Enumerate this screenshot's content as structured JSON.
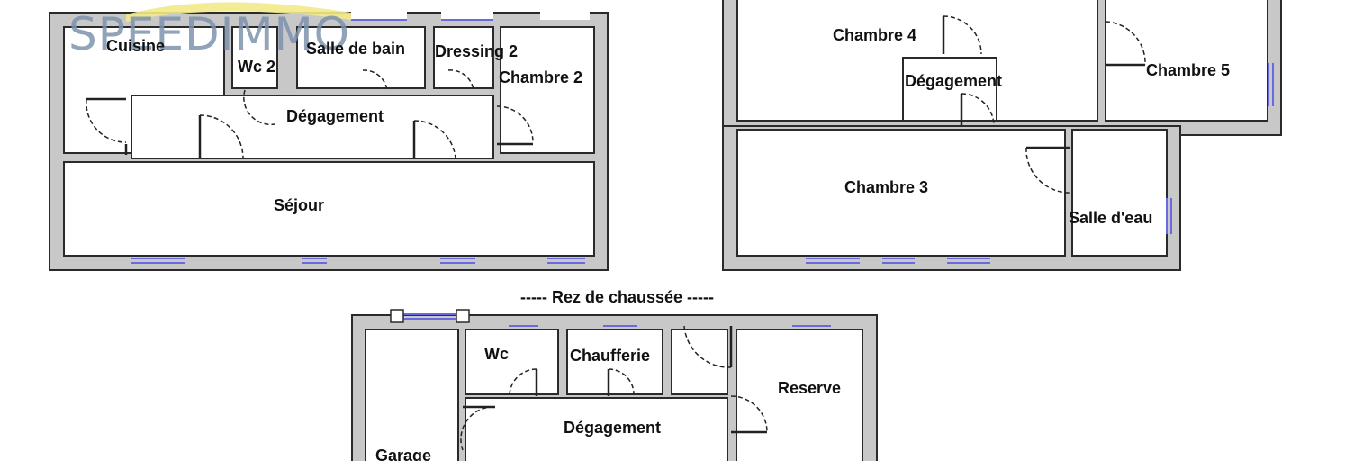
{
  "logo": {
    "text": "SPEEDIMMO"
  },
  "floor_left": {
    "rooms": {
      "cuisine": "Cuisine",
      "wc2": "Wc 2",
      "salle_de_bain": "Salle de bain",
      "dressing2": "Dressing 2",
      "chambre2": "Chambre 2",
      "degagement": "Dégagement",
      "sejour": "Séjour"
    }
  },
  "floor_right": {
    "rooms": {
      "chambre4": "Chambre 4",
      "degagement": "Dégagement",
      "chambre5": "Chambre 5",
      "chambre3": "Chambre 3",
      "salle_deau": "Salle d'eau"
    }
  },
  "ground_floor": {
    "caption": "----- Rez de chaussée -----",
    "rooms": {
      "wc": "Wc",
      "chaufferie": "Chaufferie",
      "reserve": "Reserve",
      "degagement": "Dégagement",
      "garage": "Garage"
    }
  }
}
